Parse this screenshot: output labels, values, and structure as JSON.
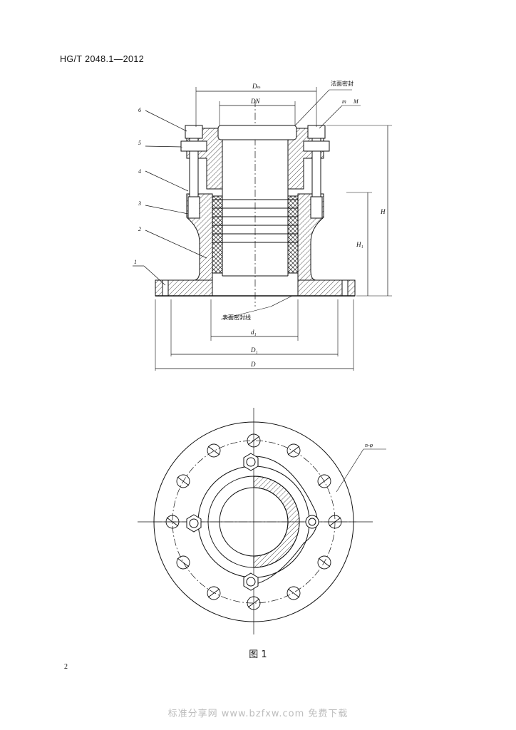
{
  "header": {
    "standard_code": "HG/T 2048.1—2012"
  },
  "figure": {
    "caption": "图 1",
    "part_numbers": [
      "1",
      "2",
      "3",
      "4",
      "5",
      "6"
    ],
    "dims": {
      "Dw": "Dₘ",
      "DN": "DN",
      "H": "H",
      "H1": "H₁",
      "d1": "d₁",
      "D1": "D₁",
      "D": "D",
      "m": "m",
      "M": "M",
      "n_phi": "n-φ"
    },
    "notes": {
      "flange_seal": "法面密封",
      "surface_seal": "表面密封线"
    }
  },
  "footer": {
    "page_number": "2",
    "watermark": "标准分享网 www.bzfxw.com 免费下载"
  }
}
